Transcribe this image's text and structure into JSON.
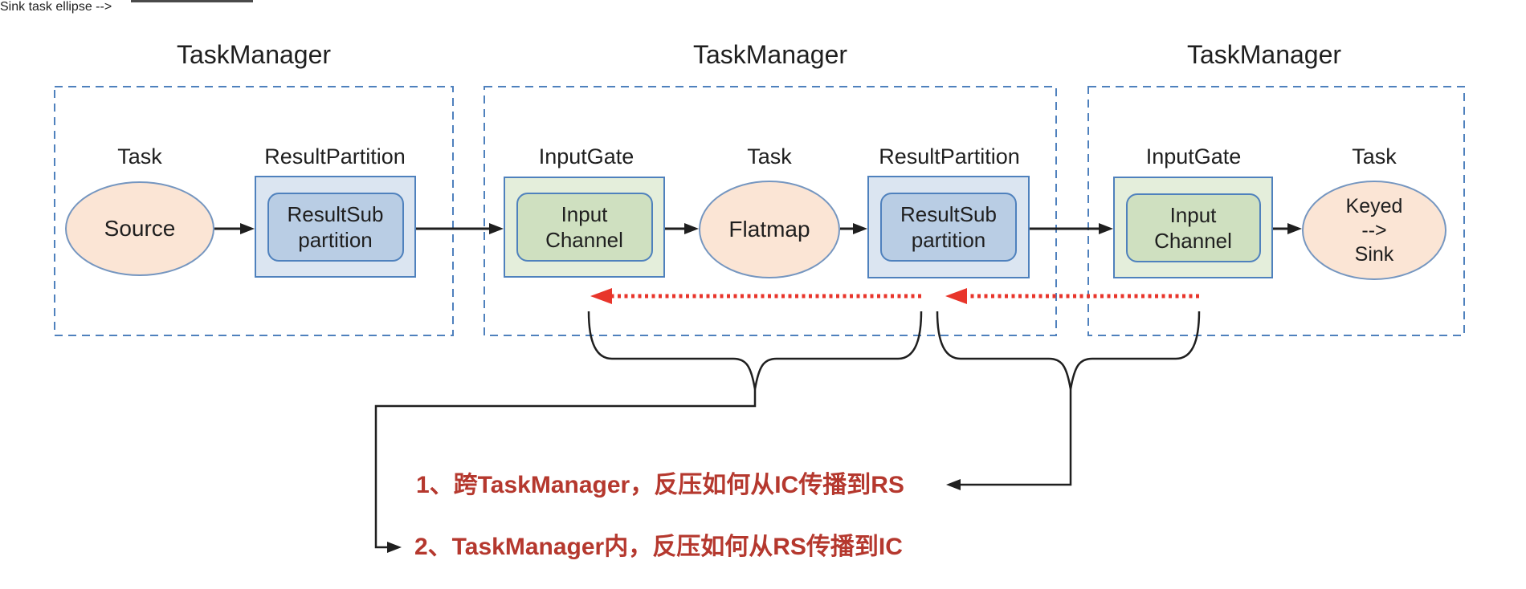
{
  "task_managers": [
    {
      "title": "TaskManager",
      "components": [
        {
          "label": "Task",
          "text_lines": [
            "Source"
          ]
        },
        {
          "label": "ResultPartition",
          "text_lines": [
            "ResultSub",
            "partition"
          ]
        }
      ]
    },
    {
      "title": "TaskManager",
      "components": [
        {
          "label": "InputGate",
          "text_lines": [
            "Input",
            "Channel"
          ]
        },
        {
          "label": "Task",
          "text_lines": [
            "Flatmap"
          ]
        },
        {
          "label": "ResultPartition",
          "text_lines": [
            "ResultSub",
            "partition"
          ]
        }
      ]
    },
    {
      "title": "TaskManager",
      "components": [
        {
          "label": "InputGate",
          "text_lines": [
            "Input",
            "Channel"
          ]
        },
        {
          "label": "Task",
          "text_lines": [
            "Keyed",
            "-->",
            "Sink"
          ]
        }
      ]
    }
  ],
  "annotations": {
    "question1": "1、跨TaskManager，反压如何从IC传播到RS",
    "question2": "2、TaskManager内，反压如何从RS传播到IC"
  },
  "colors": {
    "dashed_border": "#4f81bd",
    "box_border": "#4f81bd",
    "ellipse_border": "#7596c0",
    "ellipse_fill": "#fbe5d5",
    "rp_outer_fill": "#dbe5f1",
    "rp_inner_fill": "#b9cde4",
    "ig_outer_fill": "#e4eedb",
    "ig_inner_fill": "#cfe0c0",
    "flow_arrow": "#1f1f1f",
    "backpressure_arrow": "#e8352b",
    "annotation_text": "#b5382e"
  }
}
